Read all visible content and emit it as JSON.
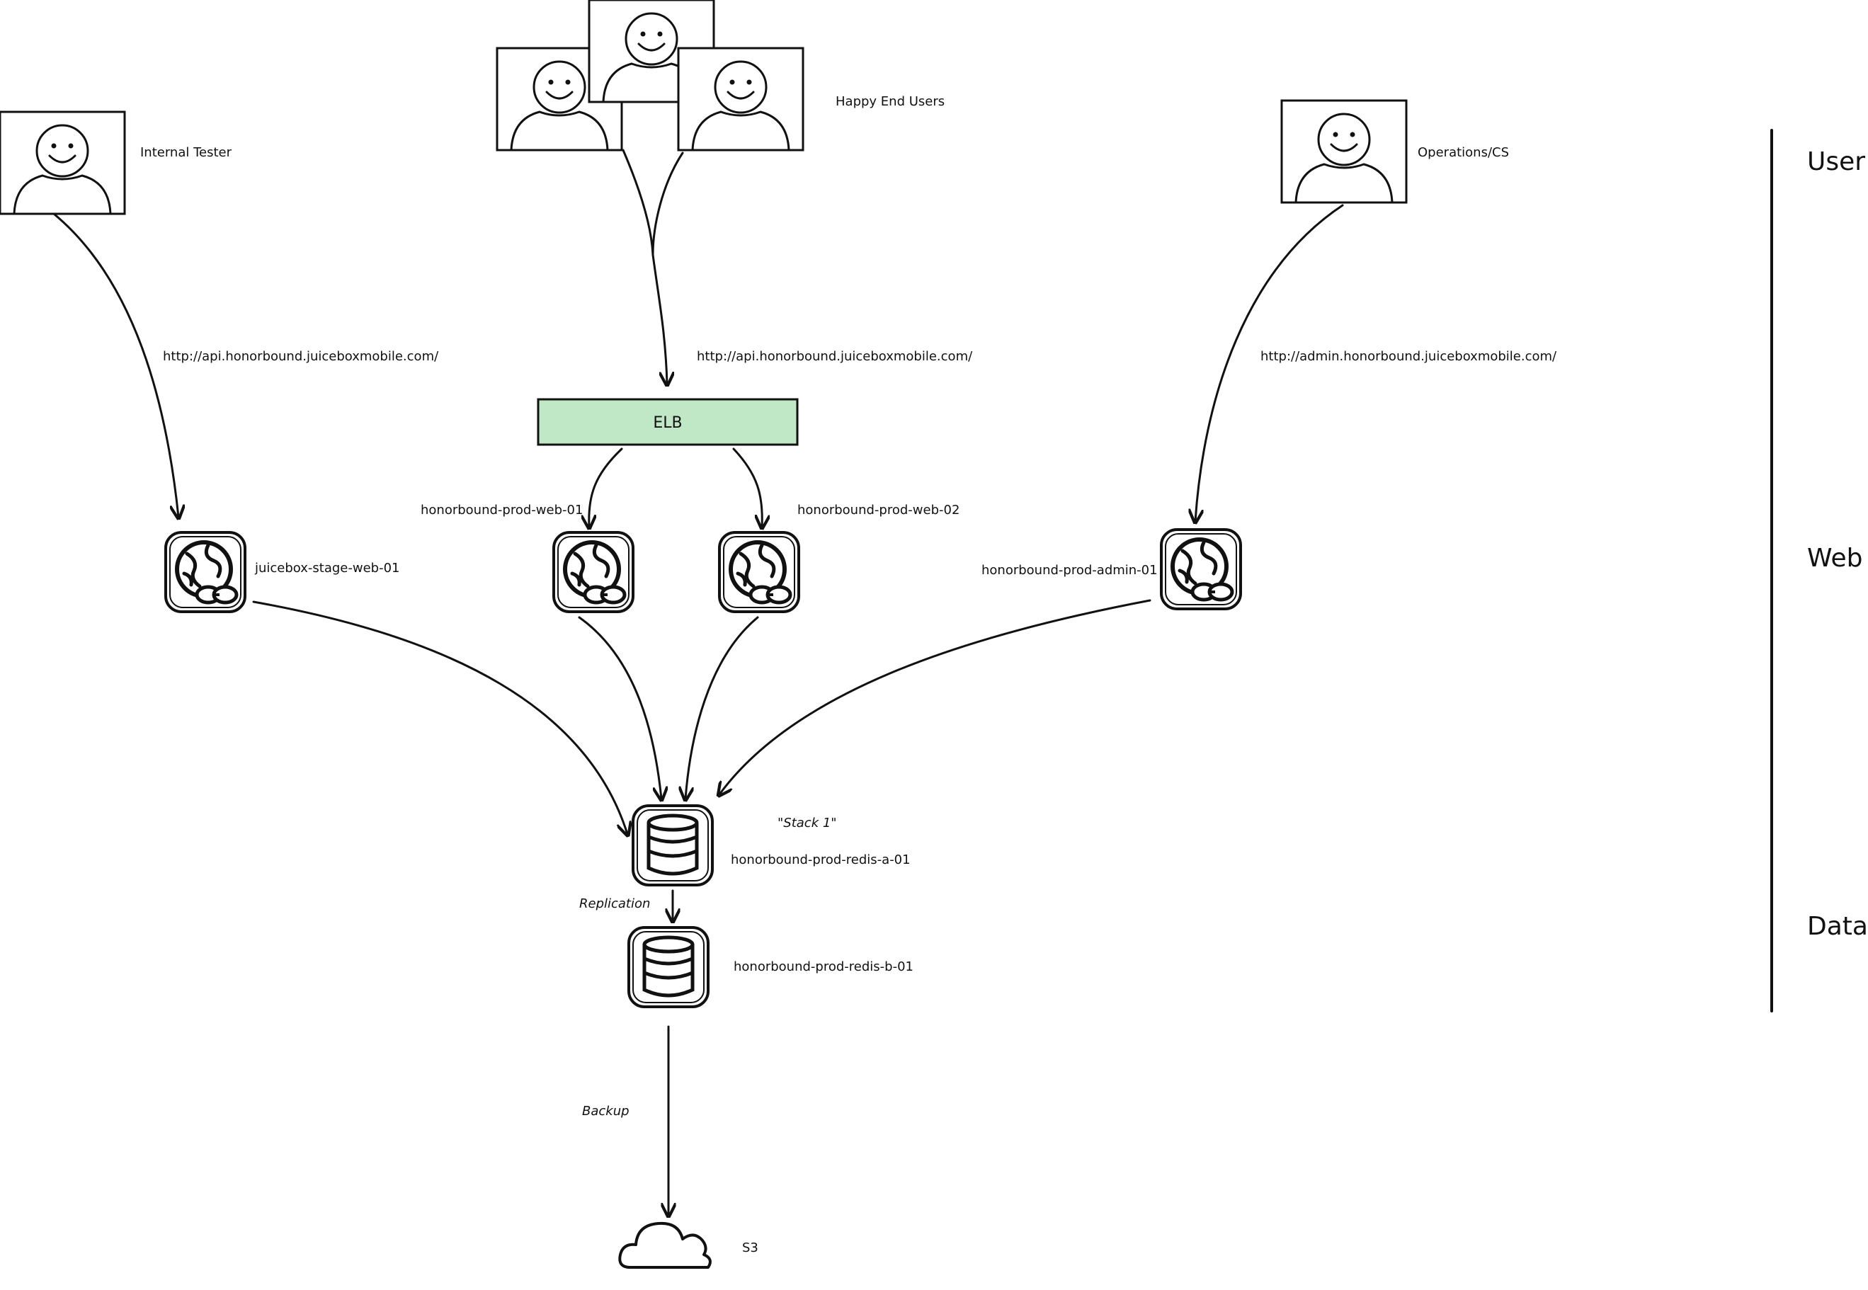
{
  "tiers": {
    "user": "User",
    "web": "Web",
    "data": "Data"
  },
  "actors": {
    "internal_tester": "Internal Tester",
    "end_users": "Happy End Users",
    "operations": "Operations/CS"
  },
  "urls": {
    "internal": "http://api.honorbound.juiceboxmobile.com/",
    "public": "http://api.honorbound.juiceboxmobile.com/",
    "admin": "http://admin.honorbound.juiceboxmobile.com/"
  },
  "elb": {
    "label": "ELB",
    "fill": "#c1e8c6"
  },
  "servers": {
    "stage": "juicebox-stage-web-01",
    "web01": "honorbound-prod-web-01",
    "web02": "honorbound-prod-web-02",
    "admin": "honorbound-prod-admin-01"
  },
  "data": {
    "stack": "\"Stack 1\"",
    "redis_a": "honorbound-prod-redis-a-01",
    "replication": "Replication",
    "redis_b": "honorbound-prod-redis-b-01",
    "backup": "Backup",
    "s3": "S3"
  }
}
